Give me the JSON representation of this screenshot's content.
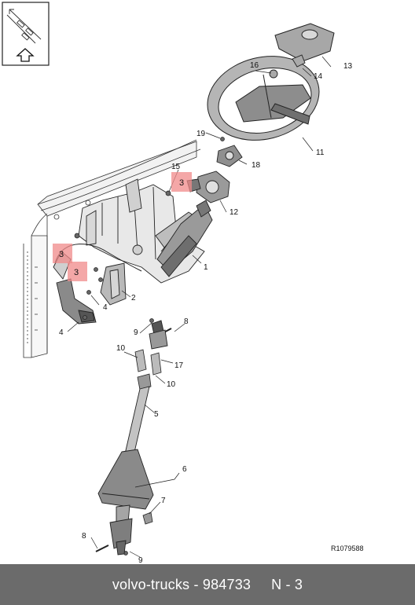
{
  "callouts": {
    "c1": "1",
    "c2": "2",
    "c3a": "3",
    "c3b": "3",
    "c3c": "3",
    "c4a": "4",
    "c4b": "4",
    "c5": "5",
    "c6": "6",
    "c7": "7",
    "c8a": "8",
    "c8b": "8",
    "c9a": "9",
    "c9b": "9",
    "c10a": "10",
    "c10b": "10",
    "c11": "11",
    "c12": "12",
    "c13": "13",
    "c14": "14",
    "c15": "15",
    "c16": "16",
    "c17": "17",
    "c18": "18",
    "c19": "19"
  },
  "reference_code": "R1079588",
  "footer": {
    "brand": "volvo-trucks",
    "separator": " - ",
    "part_number": "984733",
    "position": "N - 3"
  },
  "colors": {
    "highlight": "#f08a8a",
    "footer_bg": "#6b6b6b",
    "footer_text": "#ffffff"
  },
  "icons": {
    "direction_indicator": "arrow-up-icon"
  }
}
